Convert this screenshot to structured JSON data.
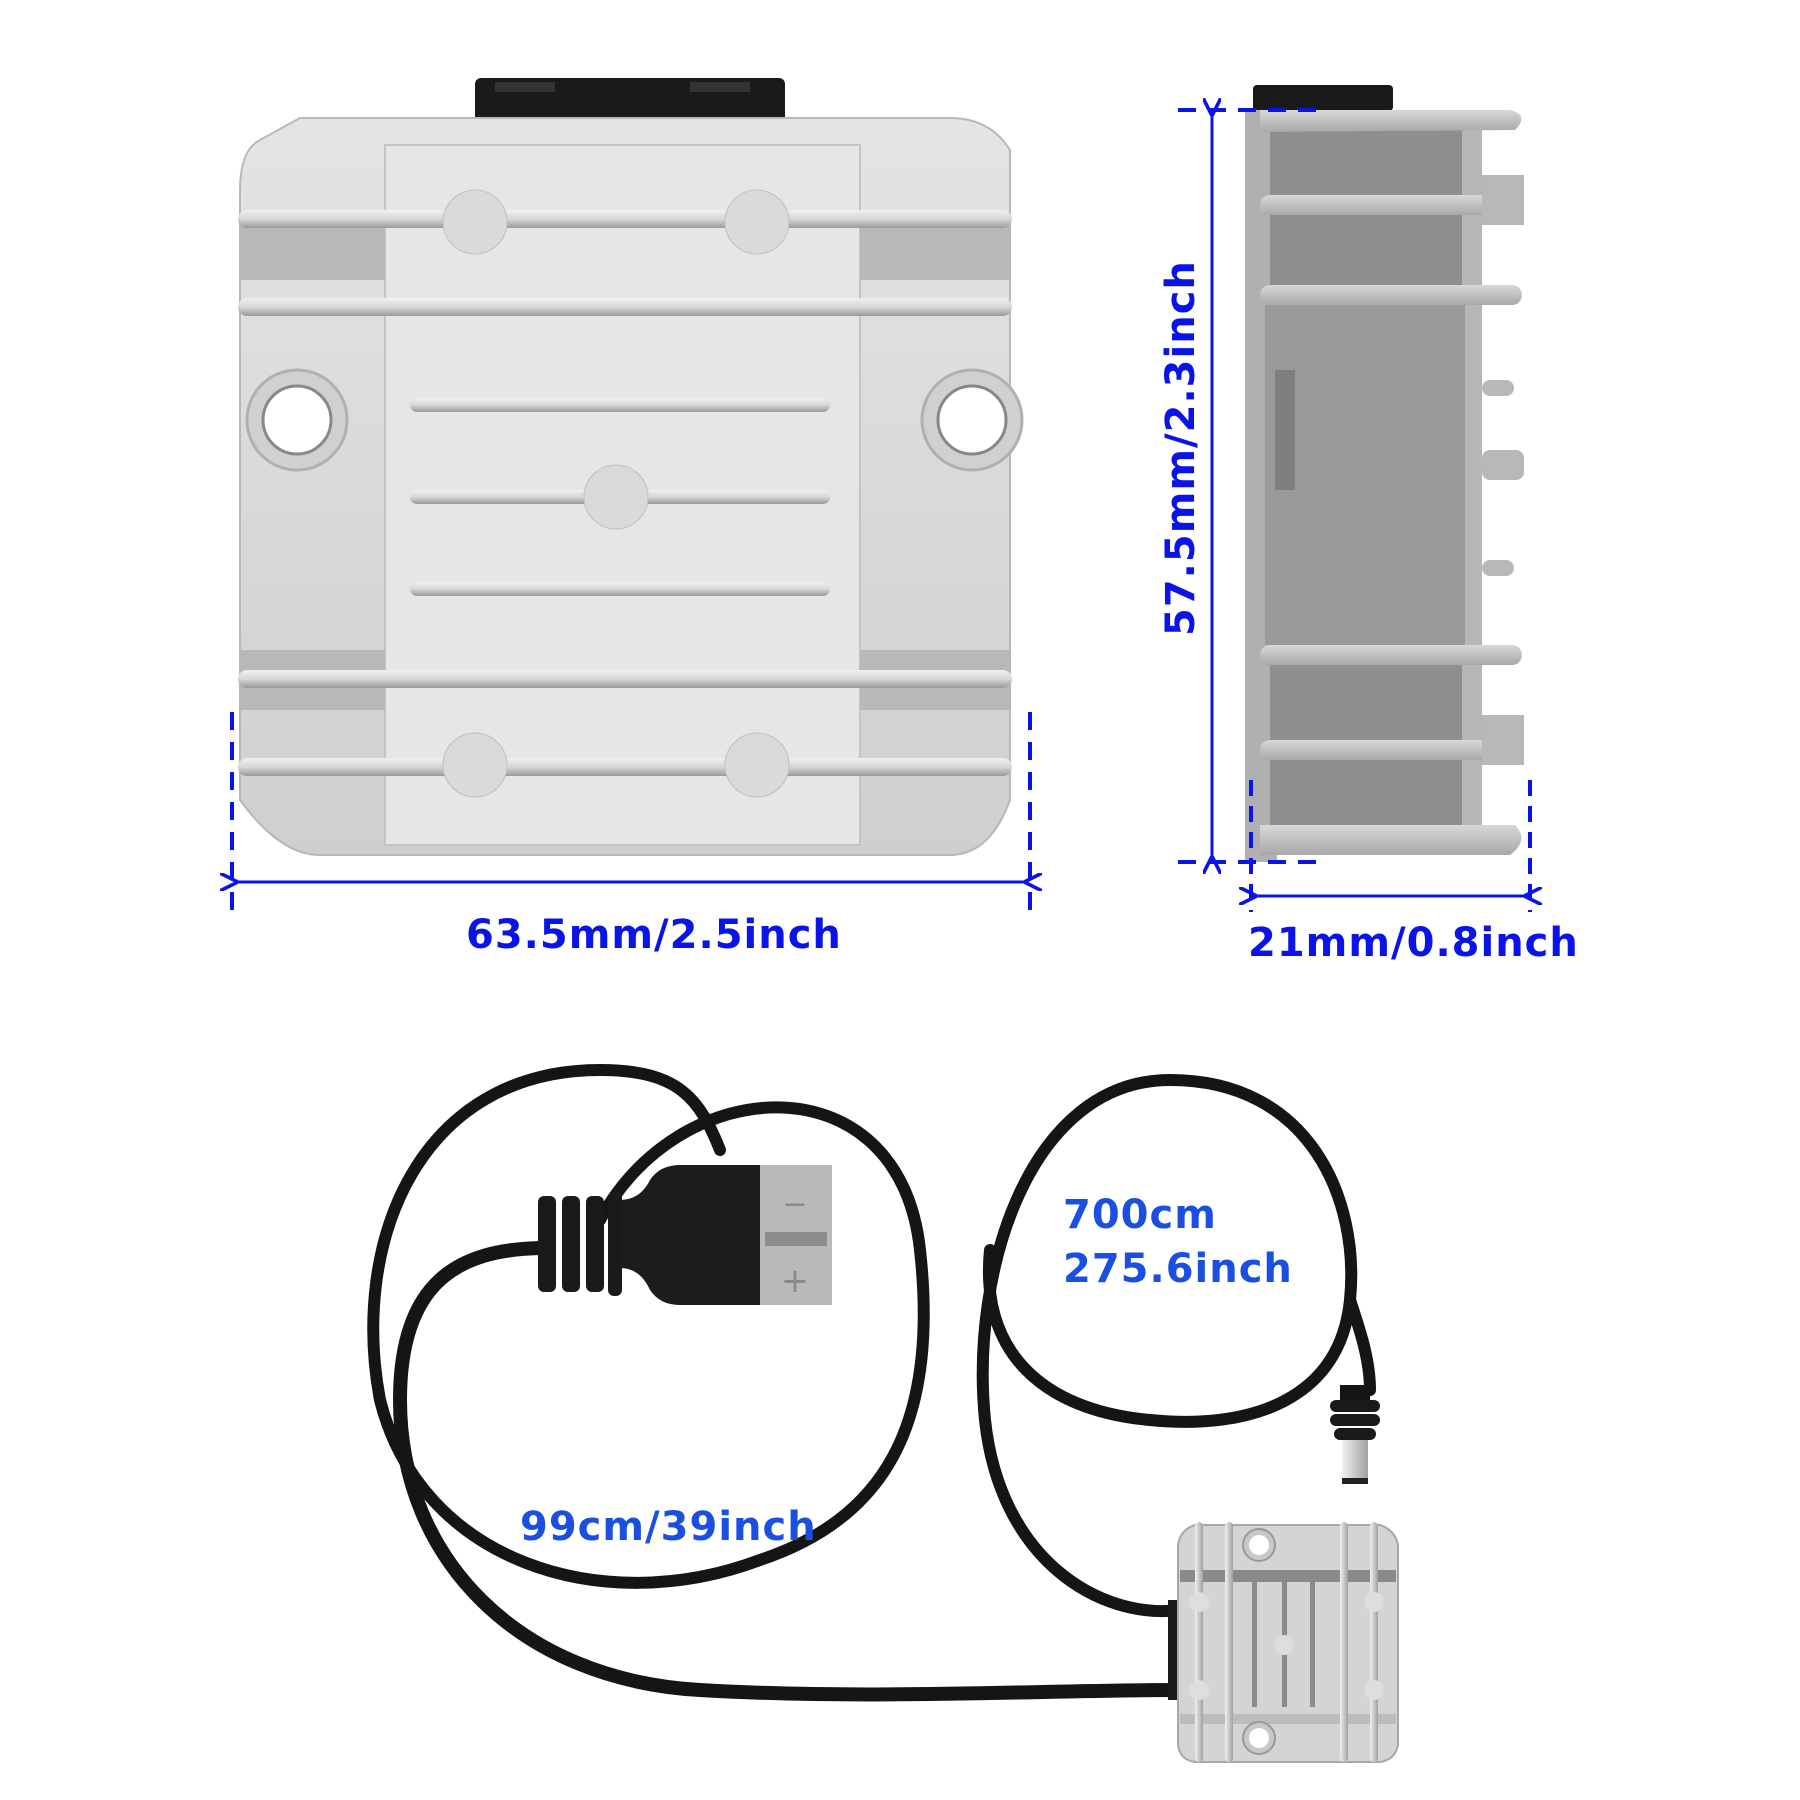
{
  "figure": {
    "title": "DC-DC converter dimensions and cable lengths",
    "colors": {
      "dimension_line": "#0a14e6",
      "cable_label": "#1a4fe0",
      "housing": "#c8c8c8",
      "cable": "#111111"
    }
  },
  "front_view": {
    "width_label": "63.5mm/2.5inch"
  },
  "side_view": {
    "height_label": "57.5mm/2.3inch",
    "depth_label": "21mm/0.8inch"
  },
  "cable_view": {
    "output_cable_label_line1": "700cm",
    "output_cable_label_line2": "275.6inch",
    "input_cable_label": "99cm/39inch",
    "connector_input": {
      "type": "anderson-style",
      "minus_symbol": "−",
      "plus_symbol": "+"
    },
    "connector_output": {
      "type": "dc-barrel-plug"
    }
  }
}
